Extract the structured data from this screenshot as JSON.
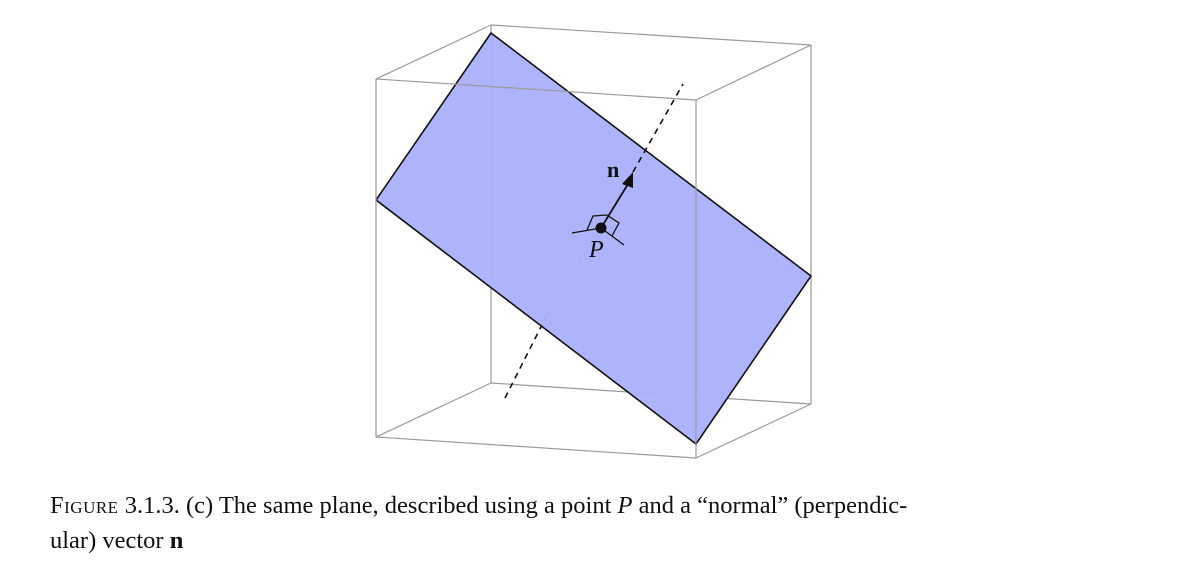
{
  "figure": {
    "point_label": "P",
    "normal_label": "n",
    "colors": {
      "plane_fill": "#aab0fb",
      "plane_edge": "#111111",
      "box_edge": "#9a9a9a",
      "normal_line": "#111111"
    }
  },
  "caption": {
    "label": "Figure",
    "number": "3.1.3.",
    "text_1": "(c) The same plane, described using a point",
    "point": "P",
    "text_2": "and a “normal” (perpendic-",
    "text_3": "ular) vector",
    "vector": "n"
  }
}
